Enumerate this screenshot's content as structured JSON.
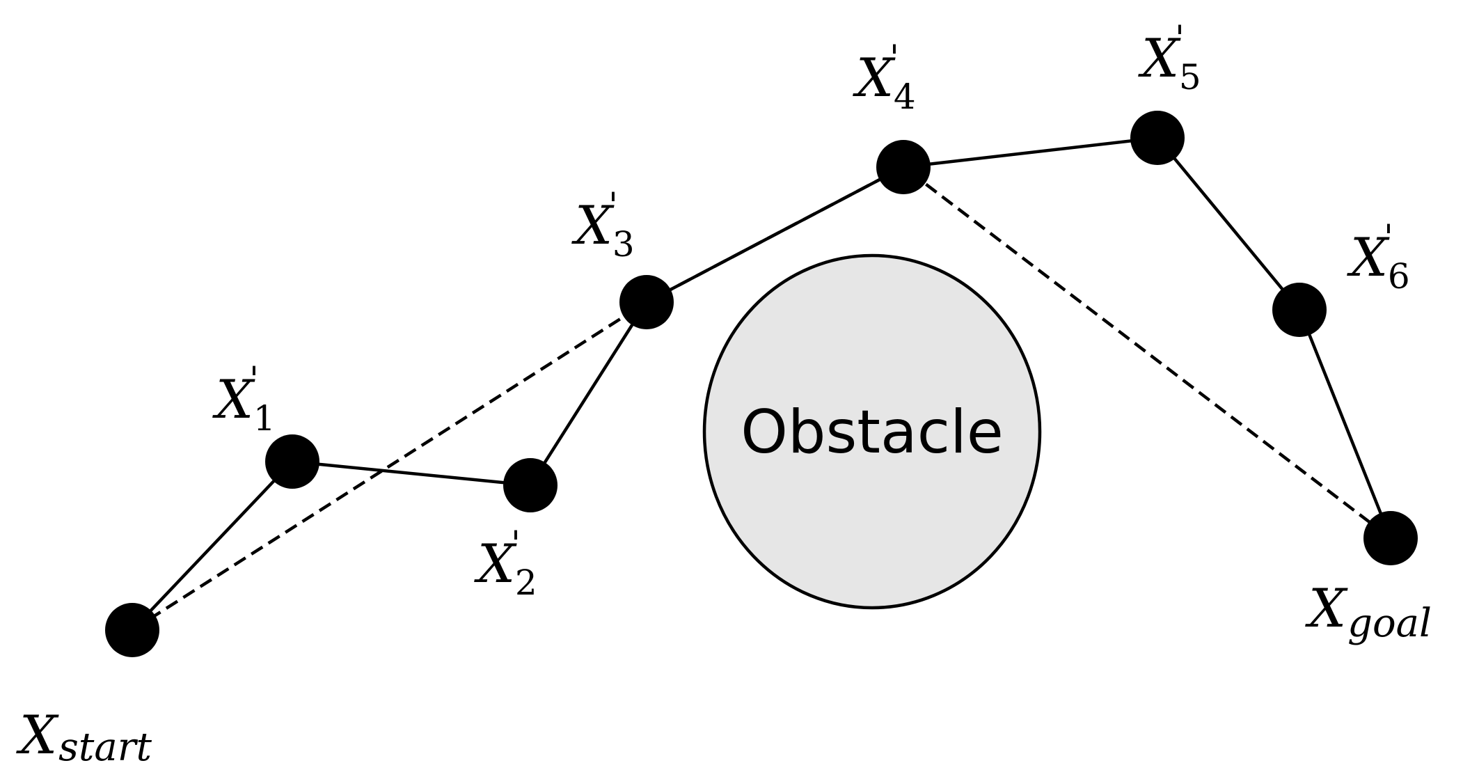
{
  "obstacle": {
    "label": "Obstacle"
  },
  "colors": {
    "obstacle_fill": "#e6e6e6",
    "nodes": "#000000",
    "background": "#ffffff"
  },
  "nodes": [
    {
      "id": "start",
      "symbol": "X",
      "prime": "",
      "subscript": "start"
    },
    {
      "id": "x1",
      "symbol": "X",
      "prime": "'",
      "subscript": "1"
    },
    {
      "id": "x2",
      "symbol": "X",
      "prime": "'",
      "subscript": "2"
    },
    {
      "id": "x3",
      "symbol": "X",
      "prime": "'",
      "subscript": "3"
    },
    {
      "id": "x4",
      "symbol": "X",
      "prime": "'",
      "subscript": "4"
    },
    {
      "id": "x5",
      "symbol": "X",
      "prime": "'",
      "subscript": "5"
    },
    {
      "id": "x6",
      "symbol": "X",
      "prime": "'",
      "subscript": "6"
    },
    {
      "id": "goal",
      "symbol": "X",
      "prime": "",
      "subscript": "goal"
    }
  ],
  "solid_path": [
    "start",
    "x1",
    "x2",
    "x3",
    "x4",
    "x5",
    "x6",
    "goal"
  ],
  "dashed_path": [
    "start",
    "x3",
    "x4",
    "goal"
  ]
}
